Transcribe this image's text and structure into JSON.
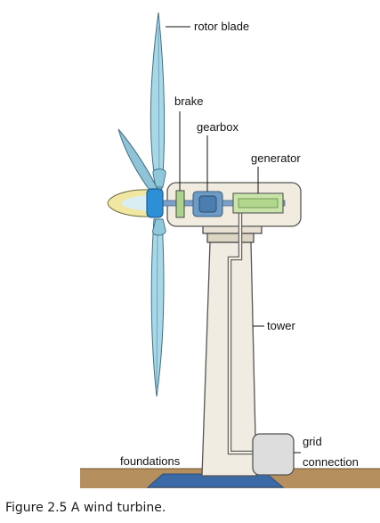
{
  "labels": {
    "rotor_blade": "rotor blade",
    "brake": "brake",
    "gearbox": "gearbox",
    "generator": "generator",
    "tower": "tower",
    "foundations": "foundations",
    "grid_line1": "grid",
    "grid_line2": "connection"
  },
  "caption": "Figure 2.5 A wind turbine.",
  "colors": {
    "blade": "#a8d8e6",
    "hub": "#2d8fd6",
    "nose_cone": "#f1e7a3",
    "nacelle": "#f2ece0",
    "tower": "#f1ece1",
    "brake": "#a9d48a",
    "gearbox": "#6c9bc4",
    "generator": "#c8e4a8",
    "grid_box": "#dddddd",
    "ground": "#b68f5e",
    "foundation": "#3b6aa6"
  }
}
